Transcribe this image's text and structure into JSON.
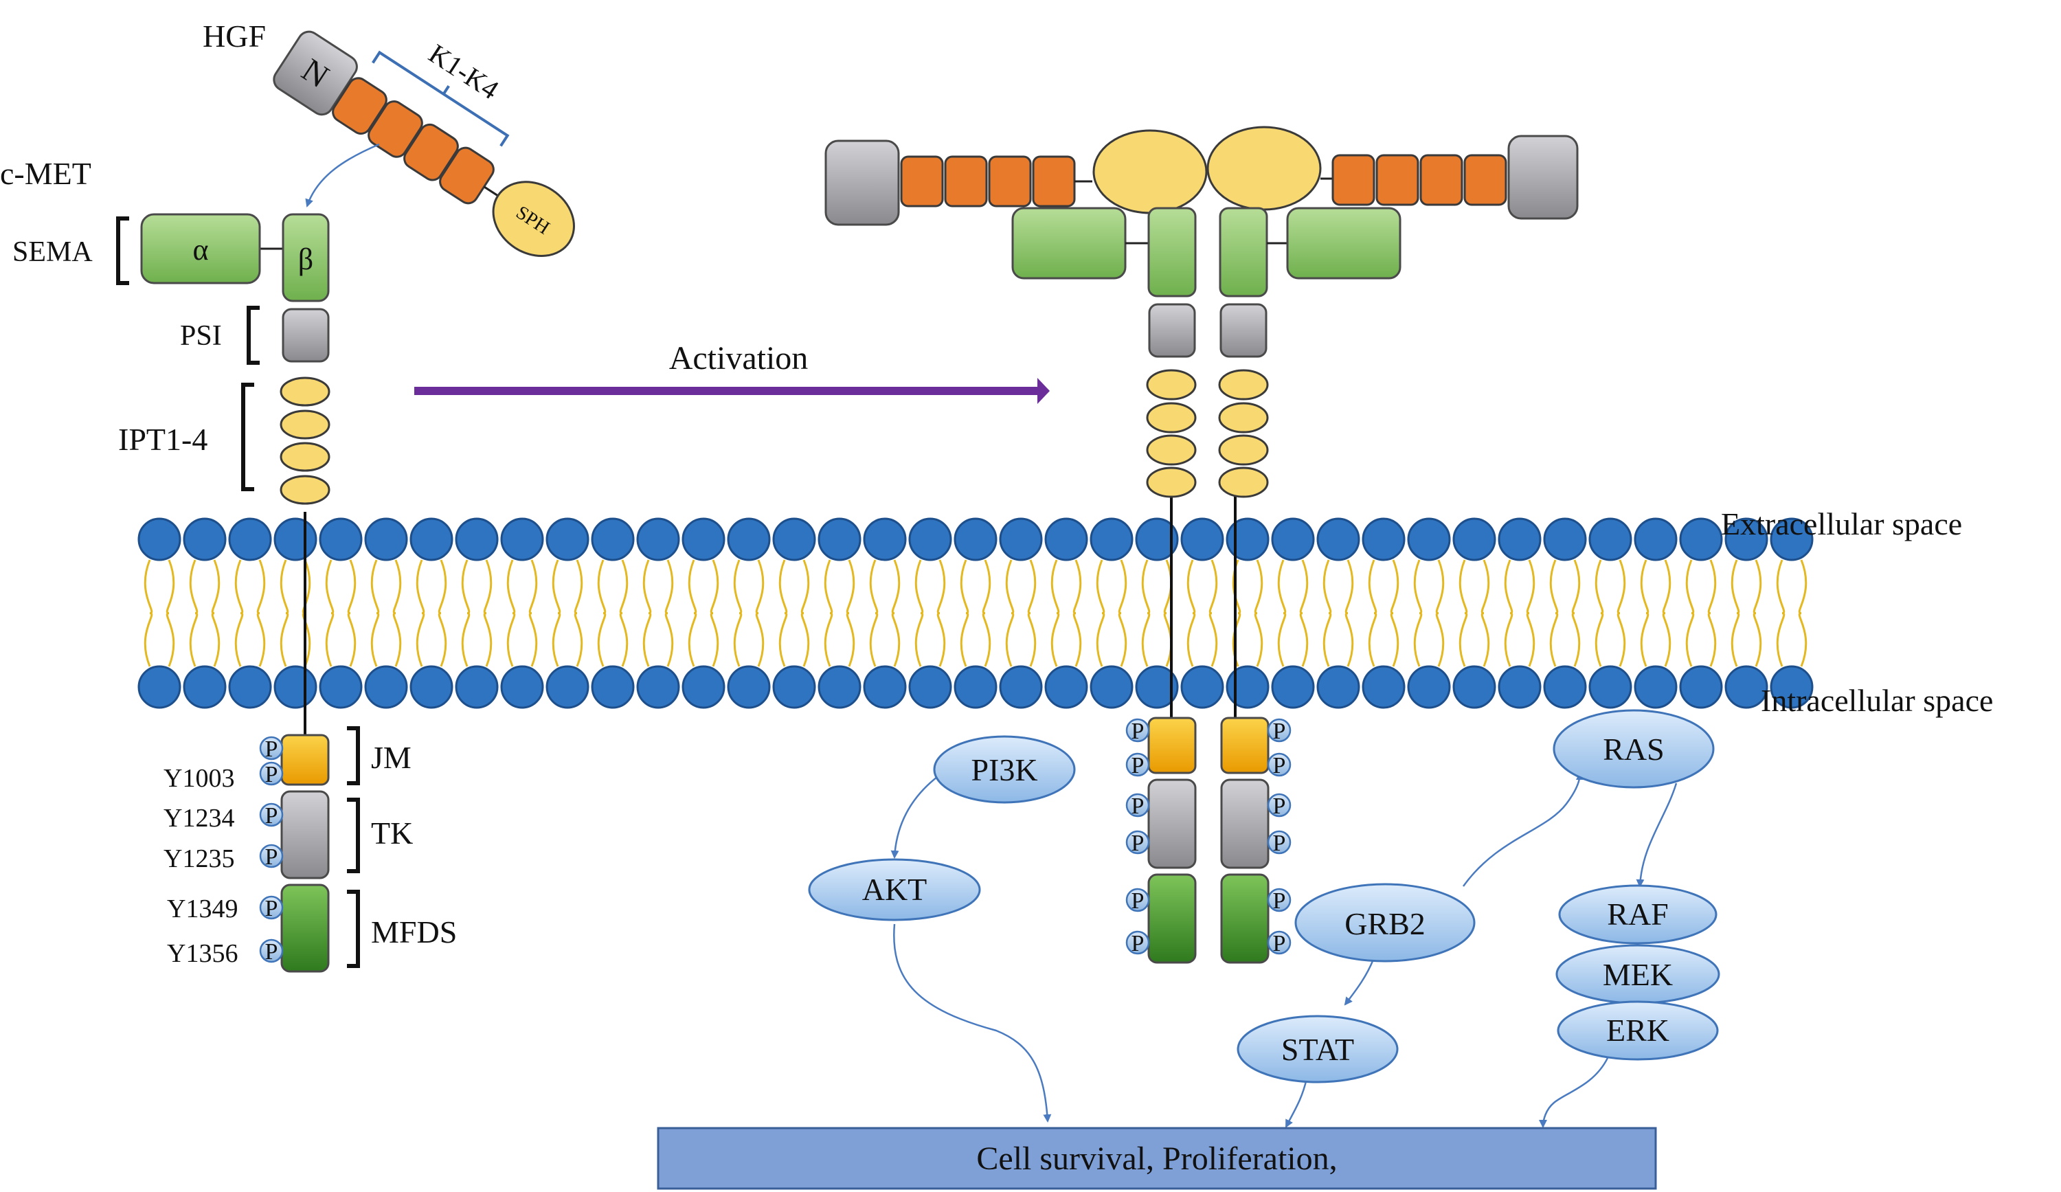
{
  "labels": {
    "hgf": "HGF",
    "n_domain": "N",
    "kringle": "K1-K4",
    "sph": "SPH",
    "cmet": "c-MET",
    "sema": "SEMA",
    "alpha": "α",
    "beta": "β",
    "psi": "PSI",
    "ipt": "IPT1-4",
    "activation": "Activation",
    "extracellular": "Extracellular space",
    "intracellular": "Intracellular space",
    "jm": "JM",
    "tk": "TK",
    "mfds": "MFDS",
    "phospho": "P"
  },
  "tyrosines": [
    "Y1003",
    "Y1234",
    "Y1235",
    "Y1349",
    "Y1356"
  ],
  "signaling": {
    "pi3k": "PI3K",
    "akt": "AKT",
    "grb2": "GRB2",
    "stat": "STAT",
    "ras": "RAS",
    "raf": "RAF",
    "mek": "MEK",
    "erk": "ERK"
  },
  "outcome": "Cell survival, Proliferation,",
  "colors": {
    "kringle": "#e87a2c",
    "n_domain": "#c8c8cc",
    "sema": "#8dc66a",
    "ipt": "#f8d870",
    "jm": "#f4b400",
    "tk": "#9a9a9a",
    "mfds": "#4e9a34",
    "membrane_head": "#2f74c0",
    "membrane_tail": "#e4b820",
    "signal_node": "#a8cbee",
    "outcome_box": "#7fa0d6",
    "activation_arrow": "#6a2d9a"
  }
}
